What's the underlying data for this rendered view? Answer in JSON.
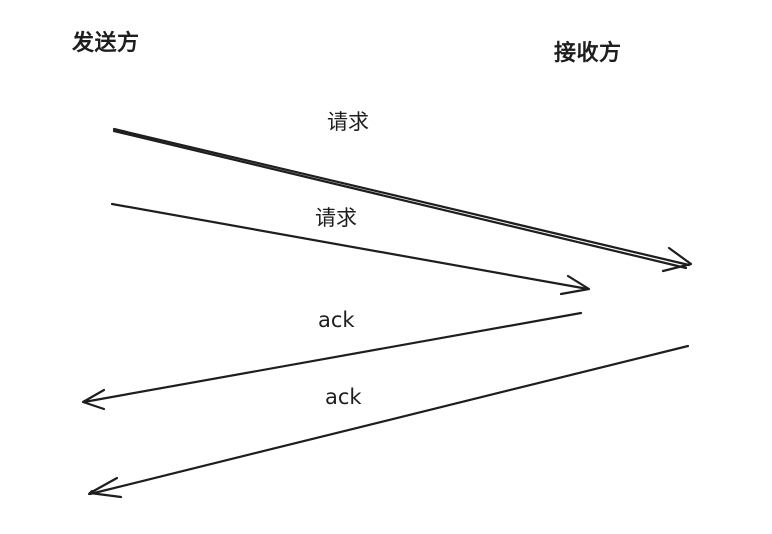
{
  "participants": {
    "sender": "发送方",
    "receiver": "接收方"
  },
  "messages": [
    {
      "label": "请求",
      "from": "发送方",
      "to": "接收方"
    },
    {
      "label": "请求",
      "from": "发送方",
      "to": "接收方"
    },
    {
      "label": "ack",
      "from": "接收方",
      "to": "发送方"
    },
    {
      "label": "ack",
      "from": "接收方",
      "to": "发送方"
    }
  ],
  "colors": {
    "stroke": "#1e1e1e",
    "background": "#ffffff"
  }
}
